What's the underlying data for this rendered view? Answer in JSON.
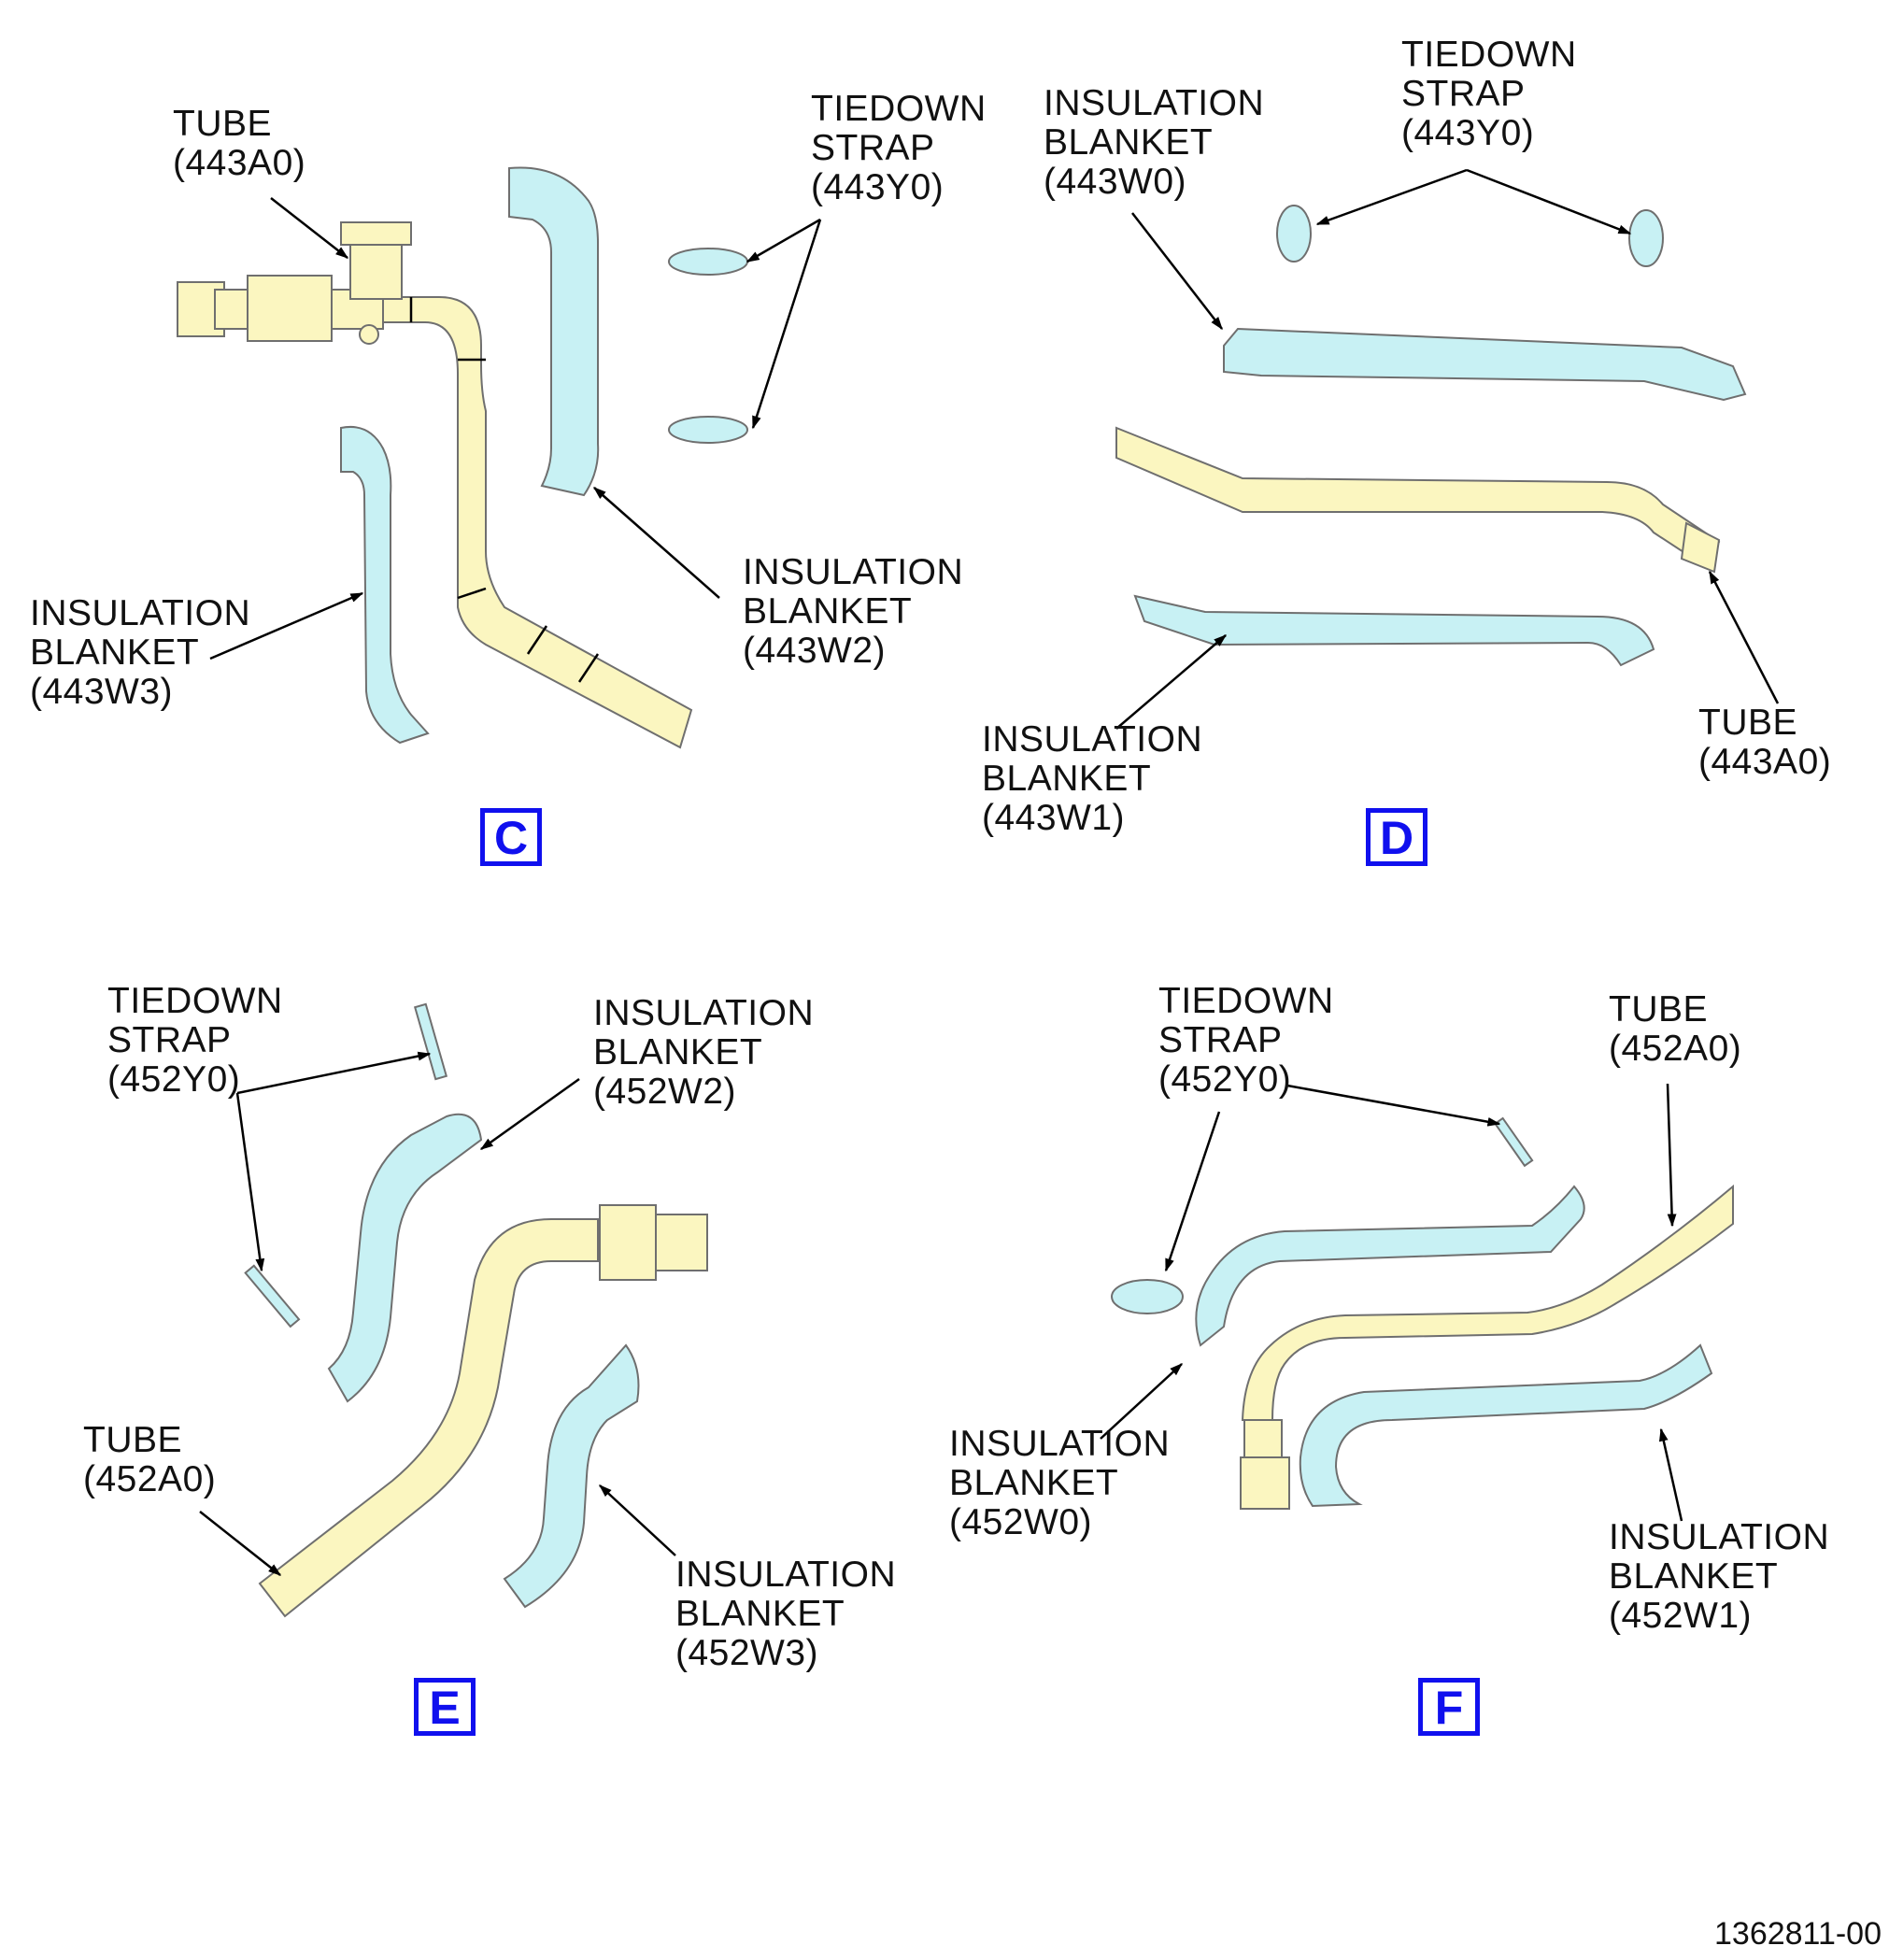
{
  "colors": {
    "tube": "#fbf6c0",
    "blanket": "#c8f1f4",
    "tag": "#1010ee"
  },
  "views": {
    "C": {
      "tag": "C",
      "tube": "TUBE\n(443A0)",
      "tiedown": "TIEDOWN\nSTRAP\n(443Y0)",
      "blanket_w2": "INSULATION\nBLANKET\n(443W2)",
      "blanket_w3": "INSULATION\nBLANKET\n(443W3)"
    },
    "D": {
      "tag": "D",
      "blanket_w0": "INSULATION\nBLANKET\n(443W0)",
      "tiedown": "TIEDOWN\nSTRAP\n(443Y0)",
      "blanket_w1": "INSULATION\nBLANKET\n(443W1)",
      "tube": "TUBE\n(443A0)"
    },
    "E": {
      "tag": "E",
      "tiedown": "TIEDOWN\nSTRAP\n(452Y0)",
      "blanket_w2": "INSULATION\nBLANKET\n(452W2)",
      "tube": "TUBE\n(452A0)",
      "blanket_w3": "INSULATION\nBLANKET\n(452W3)"
    },
    "F": {
      "tag": "F",
      "tiedown": "TIEDOWN\nSTRAP\n(452Y0)",
      "tube": "TUBE\n(452A0)",
      "blanket_w0": "INSULATION\nBLANKET\n(452W0)",
      "blanket_w1": "INSULATION\nBLANKET\n(452W1)"
    }
  },
  "document_number": "1362811-00"
}
